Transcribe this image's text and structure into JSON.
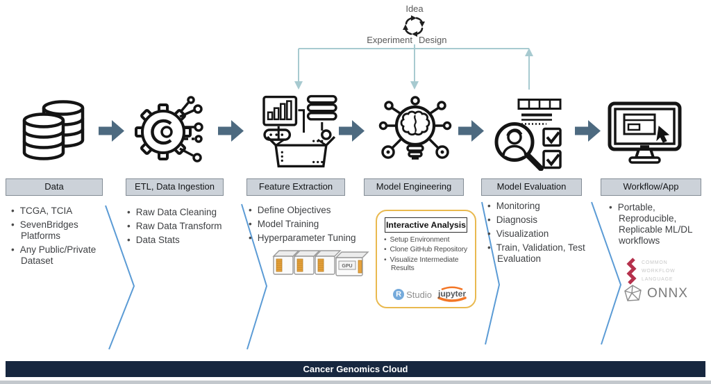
{
  "feedback_loop": {
    "idea": "Idea",
    "experiment": "Experiment",
    "design": "Design"
  },
  "stages": [
    {
      "label": "Data",
      "icon": "database-icon",
      "bullets": [
        "TCGA, TCIA",
        "SevenBridges Platforms",
        "Any Public/Private Dataset"
      ]
    },
    {
      "label": "ETL, Data Ingestion",
      "icon": "gear-circuit-icon",
      "bullets": [
        "Raw Data Cleaning",
        "Raw Data Transform",
        "Data Stats"
      ]
    },
    {
      "label": "Feature Extraction",
      "icon": "open-box-data-icon",
      "bullets": [
        "Define Objectives",
        "Model Training",
        "Hyperparameter Tuning"
      ],
      "gpu_label": "GPU"
    },
    {
      "label": "Model Engineering",
      "icon": "bulb-brain-icon",
      "interactive_analysis": {
        "title": "Interactive Analysis",
        "bullets": [
          "Setup Environment",
          "Clone GitHub Repository",
          "Visualize Intermediate Results"
        ],
        "rstudio_r": "R",
        "rstudio_text": "Studio",
        "jupyter_text": "jupyter"
      }
    },
    {
      "label": "Model Evaluation",
      "icon": "magnifier-checklist-icon",
      "bullets": [
        "Monitoring",
        "Diagnosis",
        "Visualization",
        "Train, Validation, Test Evaluation"
      ]
    },
    {
      "label": "Workflow/App",
      "icon": "monitor-cursor-icon",
      "bullets": [
        "Portable, Reproducible, Replicable ML/DL workflows"
      ],
      "cwl_lines": [
        "COMMON",
        "WORKFLOW",
        "LANGUAGE"
      ],
      "onnx_label": "ONNX"
    }
  ],
  "footer": {
    "label": "Cancer Genomics Cloud"
  },
  "colors": {
    "stage_arrow": "#4d6a80",
    "chevron_divider": "#5b9bd5",
    "feedback_line": "#a7cad0",
    "footer_bg": "#17273f",
    "label_box_bg": "#ccd2d9",
    "interactive_box_border": "#e9b94f",
    "jupyter_orange": "#f37626",
    "rstudio_blue": "#75aadb",
    "cwl_red": "#b5314c",
    "gpu_stripe": "#e8a33d"
  }
}
